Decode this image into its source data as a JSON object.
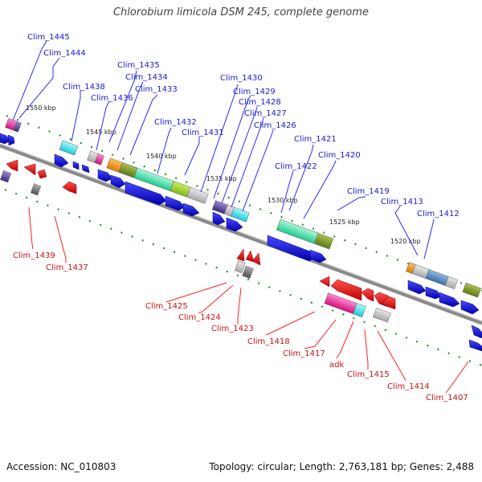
{
  "title": "Chlorobium limicola DSM 245, complete genome",
  "footer": {
    "accession": "Accession: NC_010803",
    "topology": "Topology: circular; Length: 2,763,181 bp; Genes: 2,488"
  },
  "colors": {
    "forward": "#1a1acc",
    "reverse": "#cc1111",
    "backbone": "#8a8a8a",
    "ticks": "#1a8a1a"
  },
  "ticks": [
    "1550 kbp",
    "1545 kbp",
    "1540 kbp",
    "1535 kbp",
    "1530 kbp",
    "1525 kbp",
    "1520 kbp"
  ],
  "forward_labels": [
    "Clim_1445",
    "Clim_1444",
    "Clim_1435",
    "Clim_1434",
    "Clim_1438",
    "Clim_1433",
    "Clim_1436",
    "Clim_1430",
    "Clim_1429",
    "Clim_1428",
    "Clim_1427",
    "Clim_1426",
    "Clim_1432",
    "Clim_1431",
    "Clim_1421",
    "Clim_1420",
    "Clim_1422",
    "Clim_1419",
    "Clim_1413",
    "Clim_1412"
  ],
  "reverse_labels": [
    "Clim_1439",
    "Clim_1437",
    "Clim_1425",
    "Clim_1424",
    "Clim_1423",
    "Clim_1418",
    "Clim_1417",
    "adk",
    "Clim_1415",
    "Clim_1414",
    "Clim_1407"
  ]
}
